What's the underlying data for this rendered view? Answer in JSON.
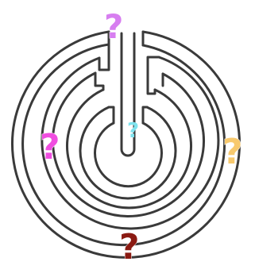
{
  "labyrinth": {
    "wall_color": "#3a3a3a",
    "background": "#ffffff",
    "markers": [
      {
        "id": "top",
        "symbol": "?",
        "color": "#d77ef0"
      },
      {
        "id": "center",
        "symbol": "?",
        "color": "#7fe3ee"
      },
      {
        "id": "left",
        "symbol": "?",
        "color": "#f04ee0"
      },
      {
        "id": "right",
        "symbol": "?",
        "color": "#f7c96e"
      },
      {
        "id": "bottom",
        "symbol": "?",
        "color": "#8b1a12"
      }
    ]
  }
}
